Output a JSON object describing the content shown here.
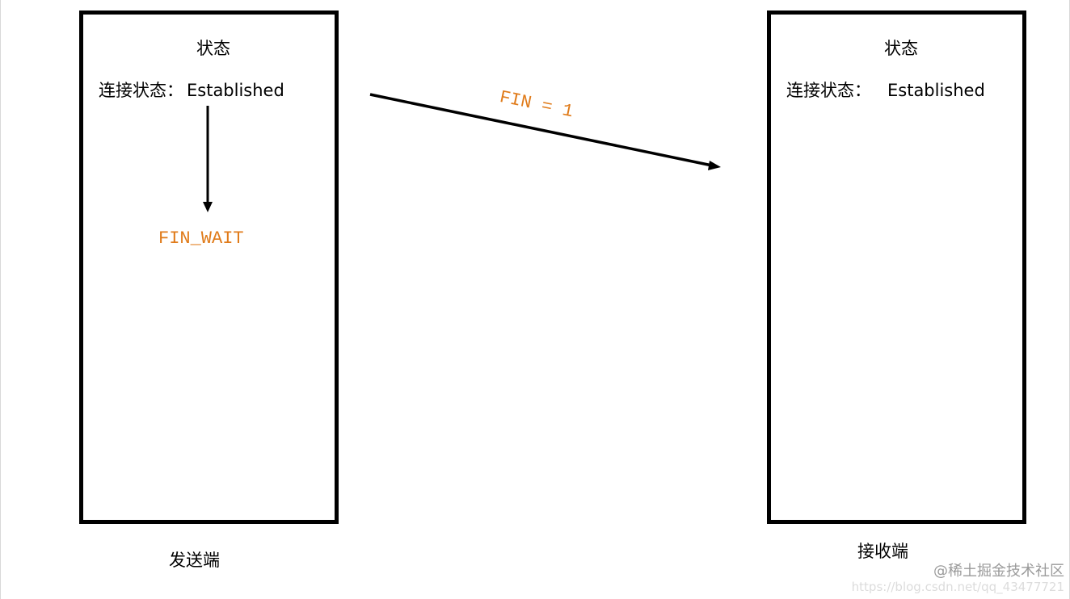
{
  "sender": {
    "title": "状态",
    "state_label": "连接状态：",
    "state_value": "Established",
    "next_state": "FIN_WAIT",
    "caption": "发送端"
  },
  "receiver": {
    "title": "状态",
    "state_label": "连接状态：",
    "state_value": "Established",
    "caption": "接收端"
  },
  "message": {
    "label": "FIN = 1"
  },
  "watermark": {
    "primary": "@稀土掘金技术社区",
    "secondary": "https://blog.csdn.net/qq_43477721"
  },
  "colors": {
    "accent": "#e07b1a",
    "stroke": "#000000"
  }
}
